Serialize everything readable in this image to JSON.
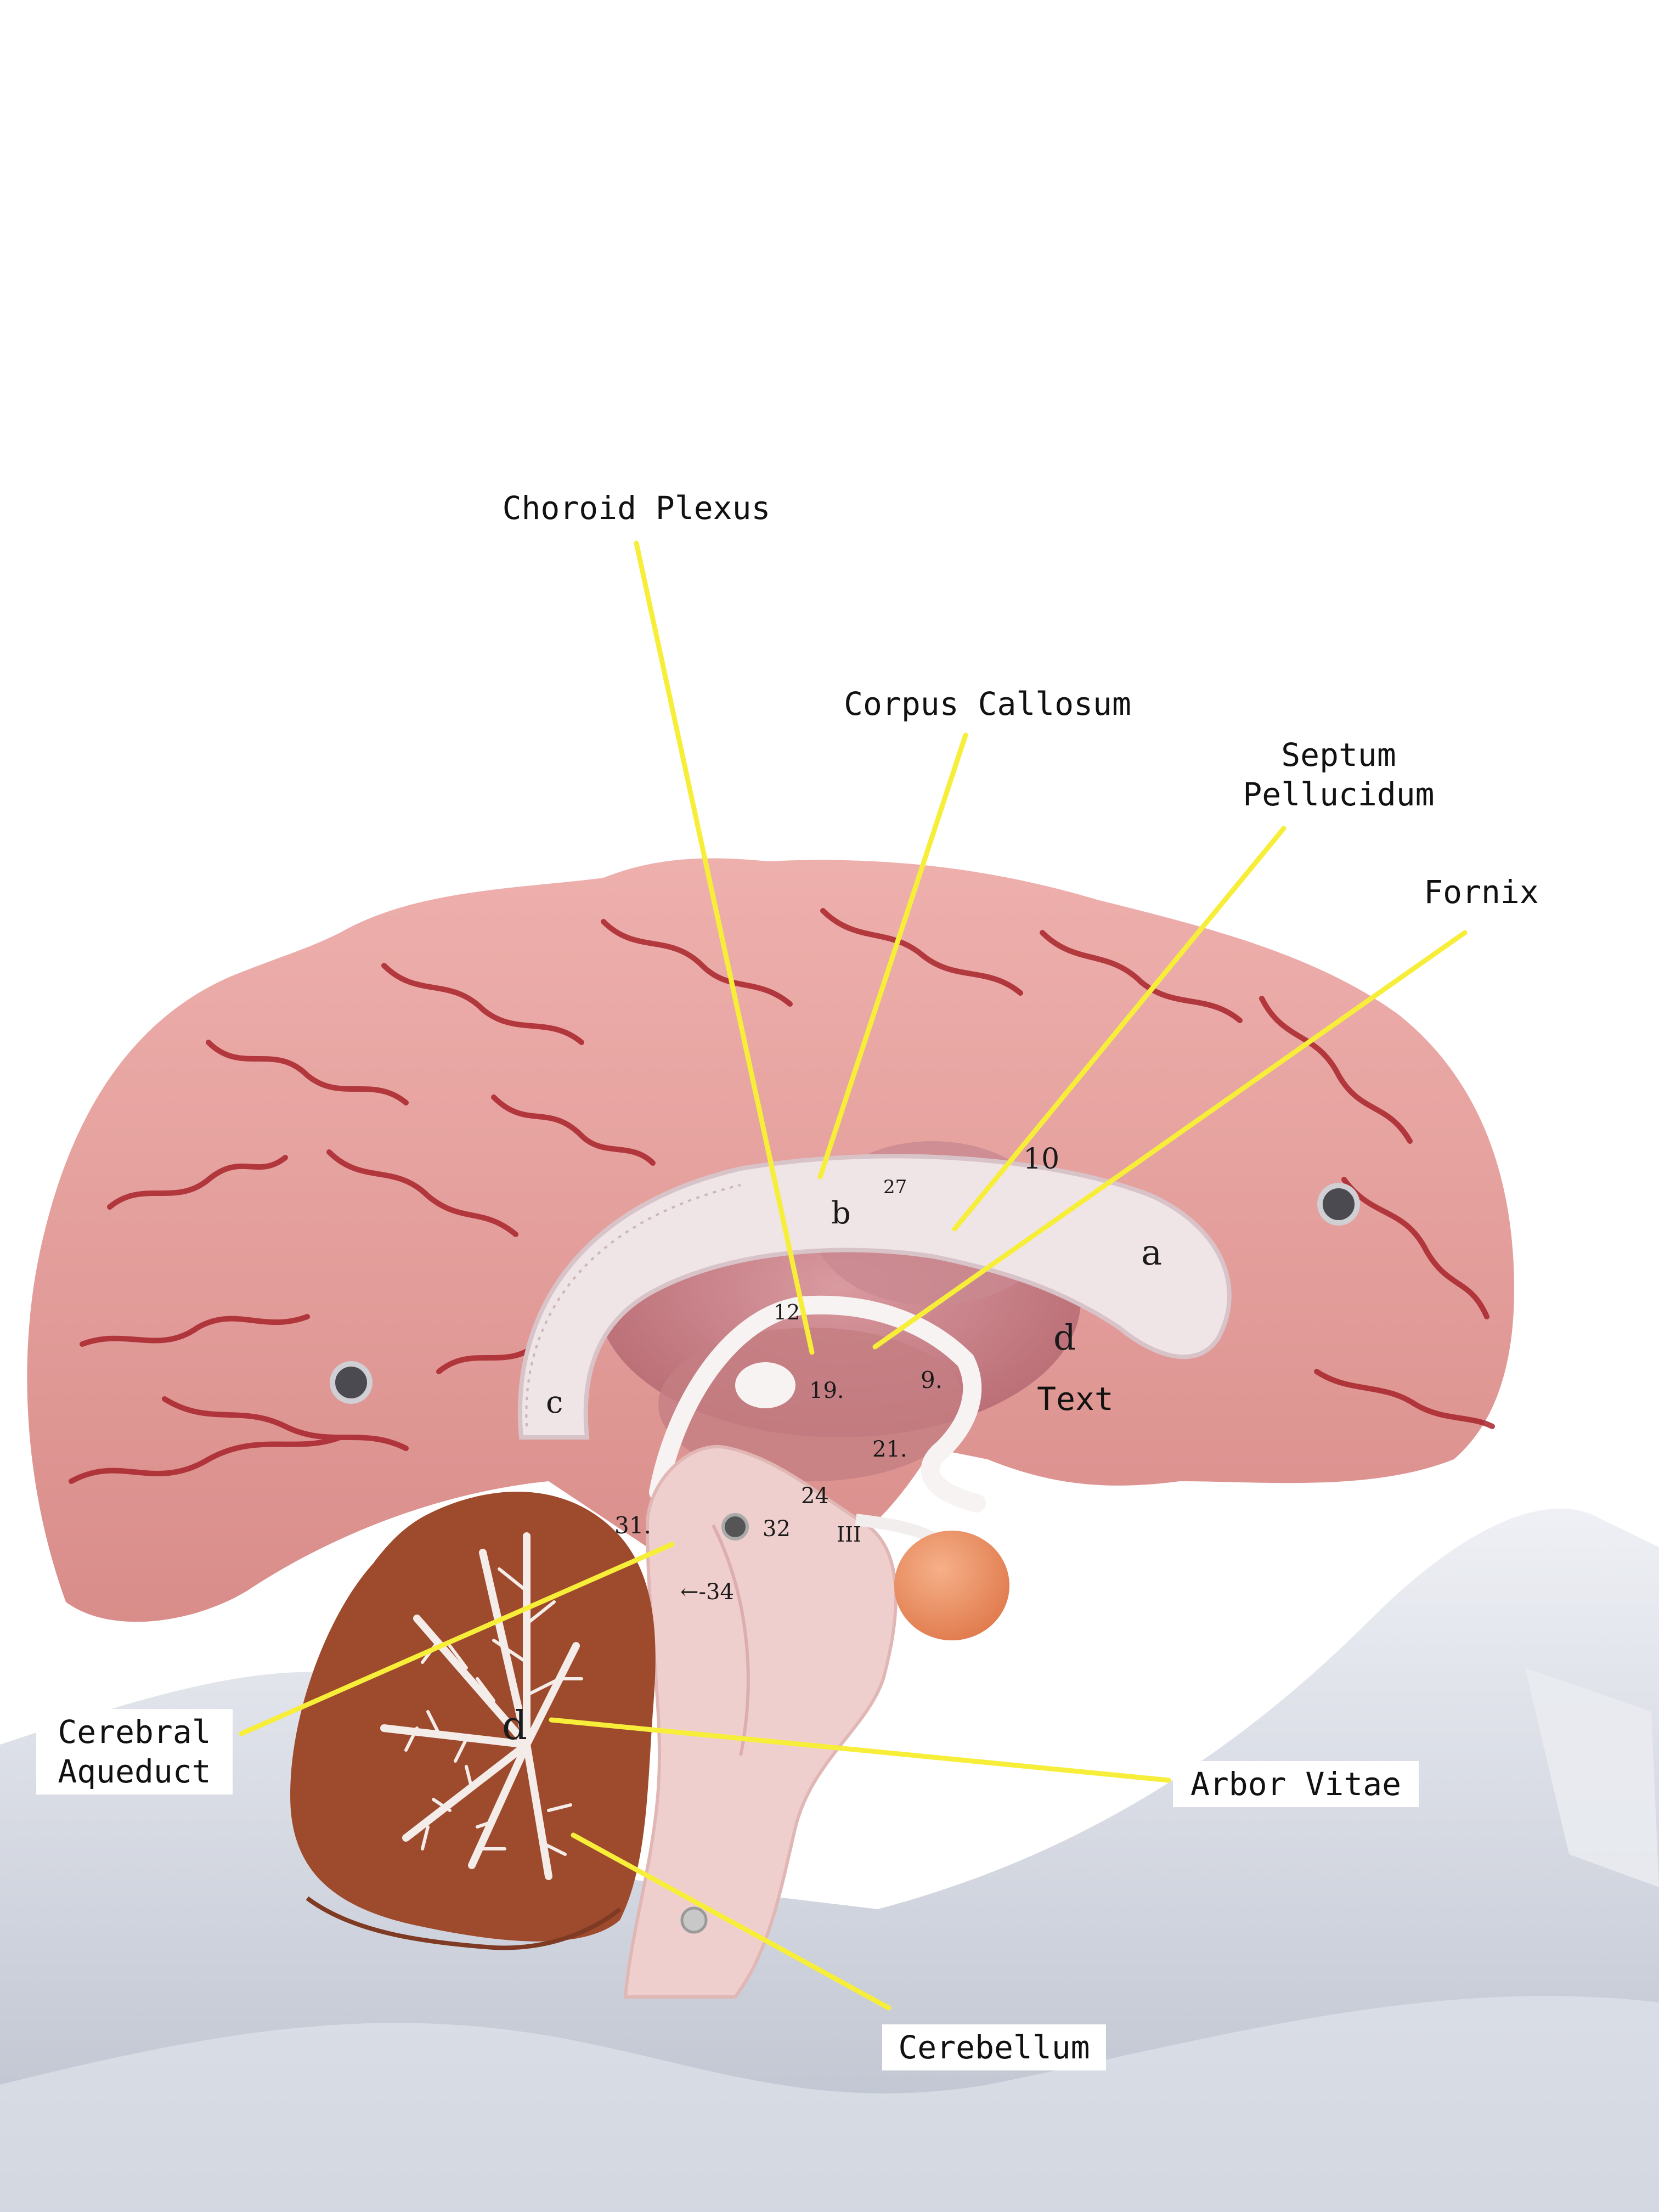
{
  "labels": {
    "choroid_plexus": "Choroid Plexus",
    "corpus_callosum": "Corpus Callosum",
    "septum_pellucidum": "Septum\nPellucidum",
    "fornix": "Fornix",
    "cerebral_aqueduct": "Cerebral\nAqueduct",
    "arbor_vitae": "Arbor Vitae",
    "cerebellum": "Cerebellum",
    "text_placeholder": "Text"
  },
  "model_markings": {
    "b": "b",
    "num_10": "10",
    "a": "a",
    "d_callosum": "d",
    "c": "c",
    "num_27": "27",
    "num_12": "12",
    "num_19": "19.",
    "num_9": "9.",
    "num_21": "21.",
    "num_24": "24",
    "num_32": "32",
    "roman_III": "III",
    "num_31": "31.",
    "num_34": "←-34",
    "d_cerebellum": "d"
  },
  "colors": {
    "leader_line": "#f7ee3a",
    "cortex": "#e8a3a0",
    "sulcus": "#a8242c",
    "corpus_callosum": "#efe4e6",
    "cerebellum": "#9e4a2c",
    "brainstem": "#efcfcd",
    "stand": "#d4d8e2"
  }
}
